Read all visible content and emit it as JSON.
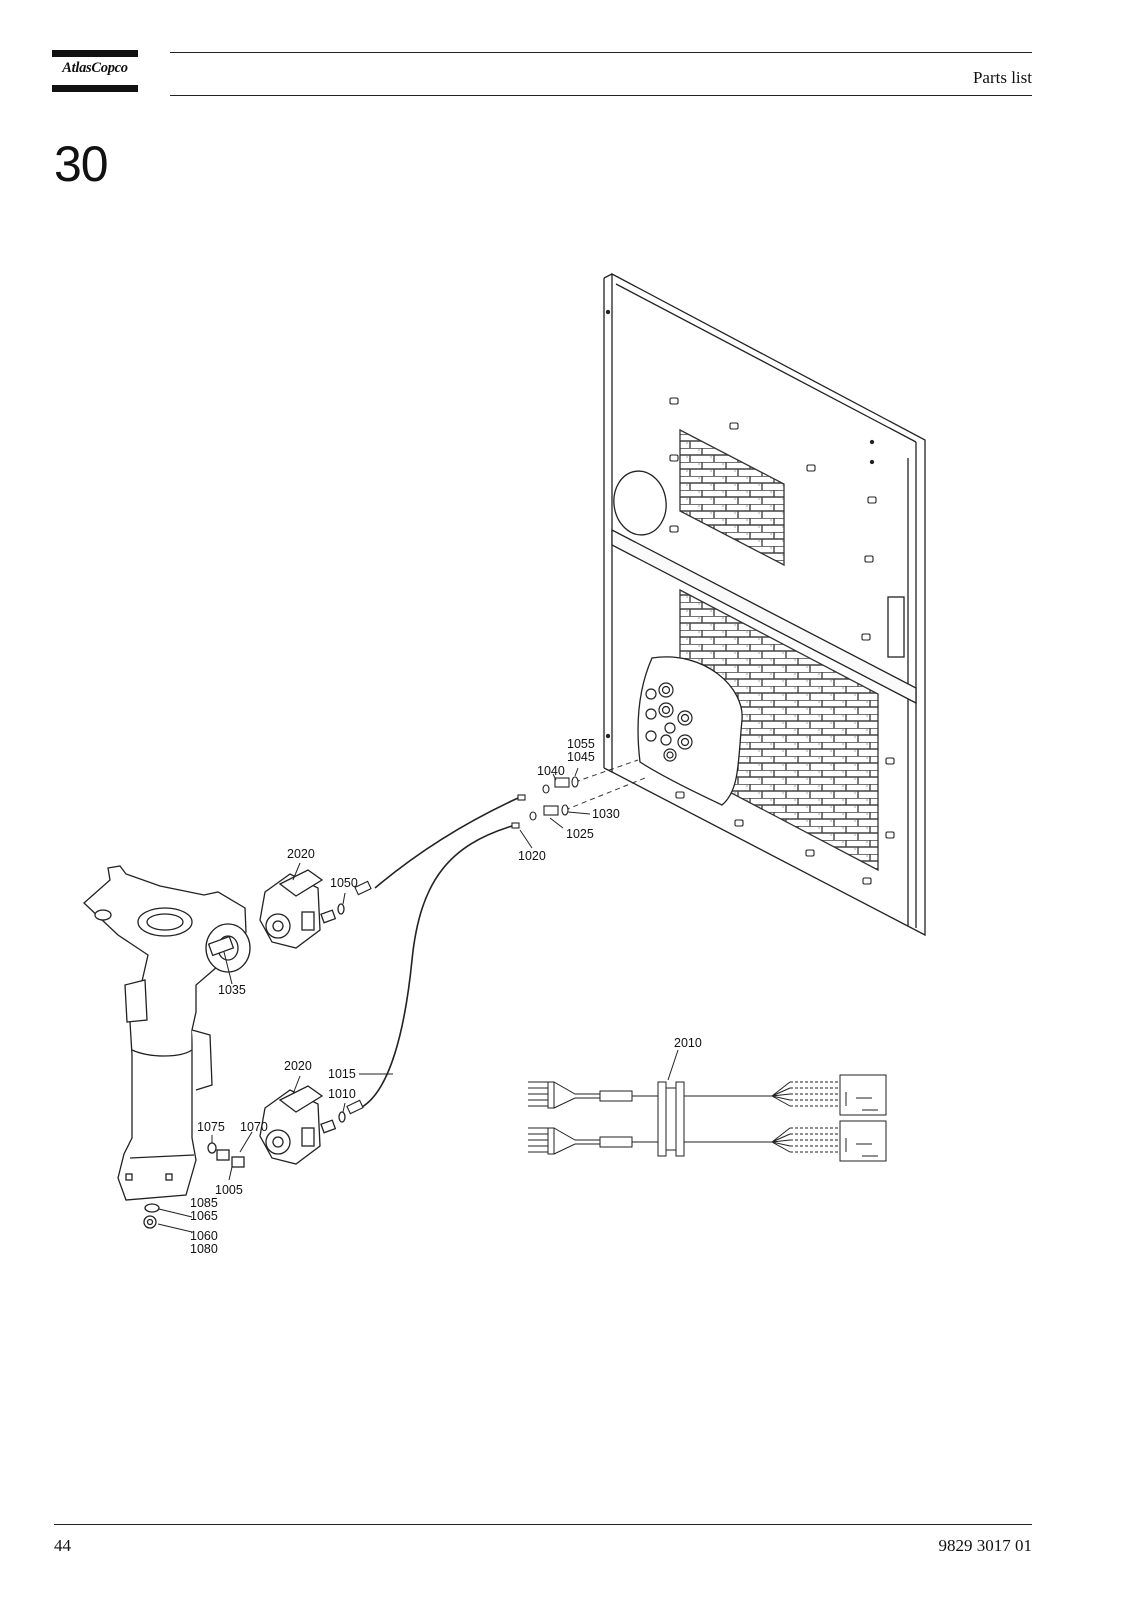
{
  "header": {
    "brand": "AtlasCopco",
    "title": "Parts list"
  },
  "section": {
    "number": "30"
  },
  "callouts": {
    "c1055": "1055",
    "c1045": "1045",
    "c1040": "1040",
    "c1030": "1030",
    "c1025": "1025",
    "c1020": "1020",
    "c2020a": "2020",
    "c1050": "1050",
    "c1035": "1035",
    "c2020b": "2020",
    "c1015": "1015",
    "c1010": "1010",
    "c1075": "1075",
    "c1070": "1070",
    "c1005": "1005",
    "c1085": "1085",
    "c1065": "1065",
    "c1060": "1060",
    "c1080": "1080",
    "c2010": "2010"
  },
  "footer": {
    "page": "44",
    "doc_number": "9829 3017 01"
  }
}
